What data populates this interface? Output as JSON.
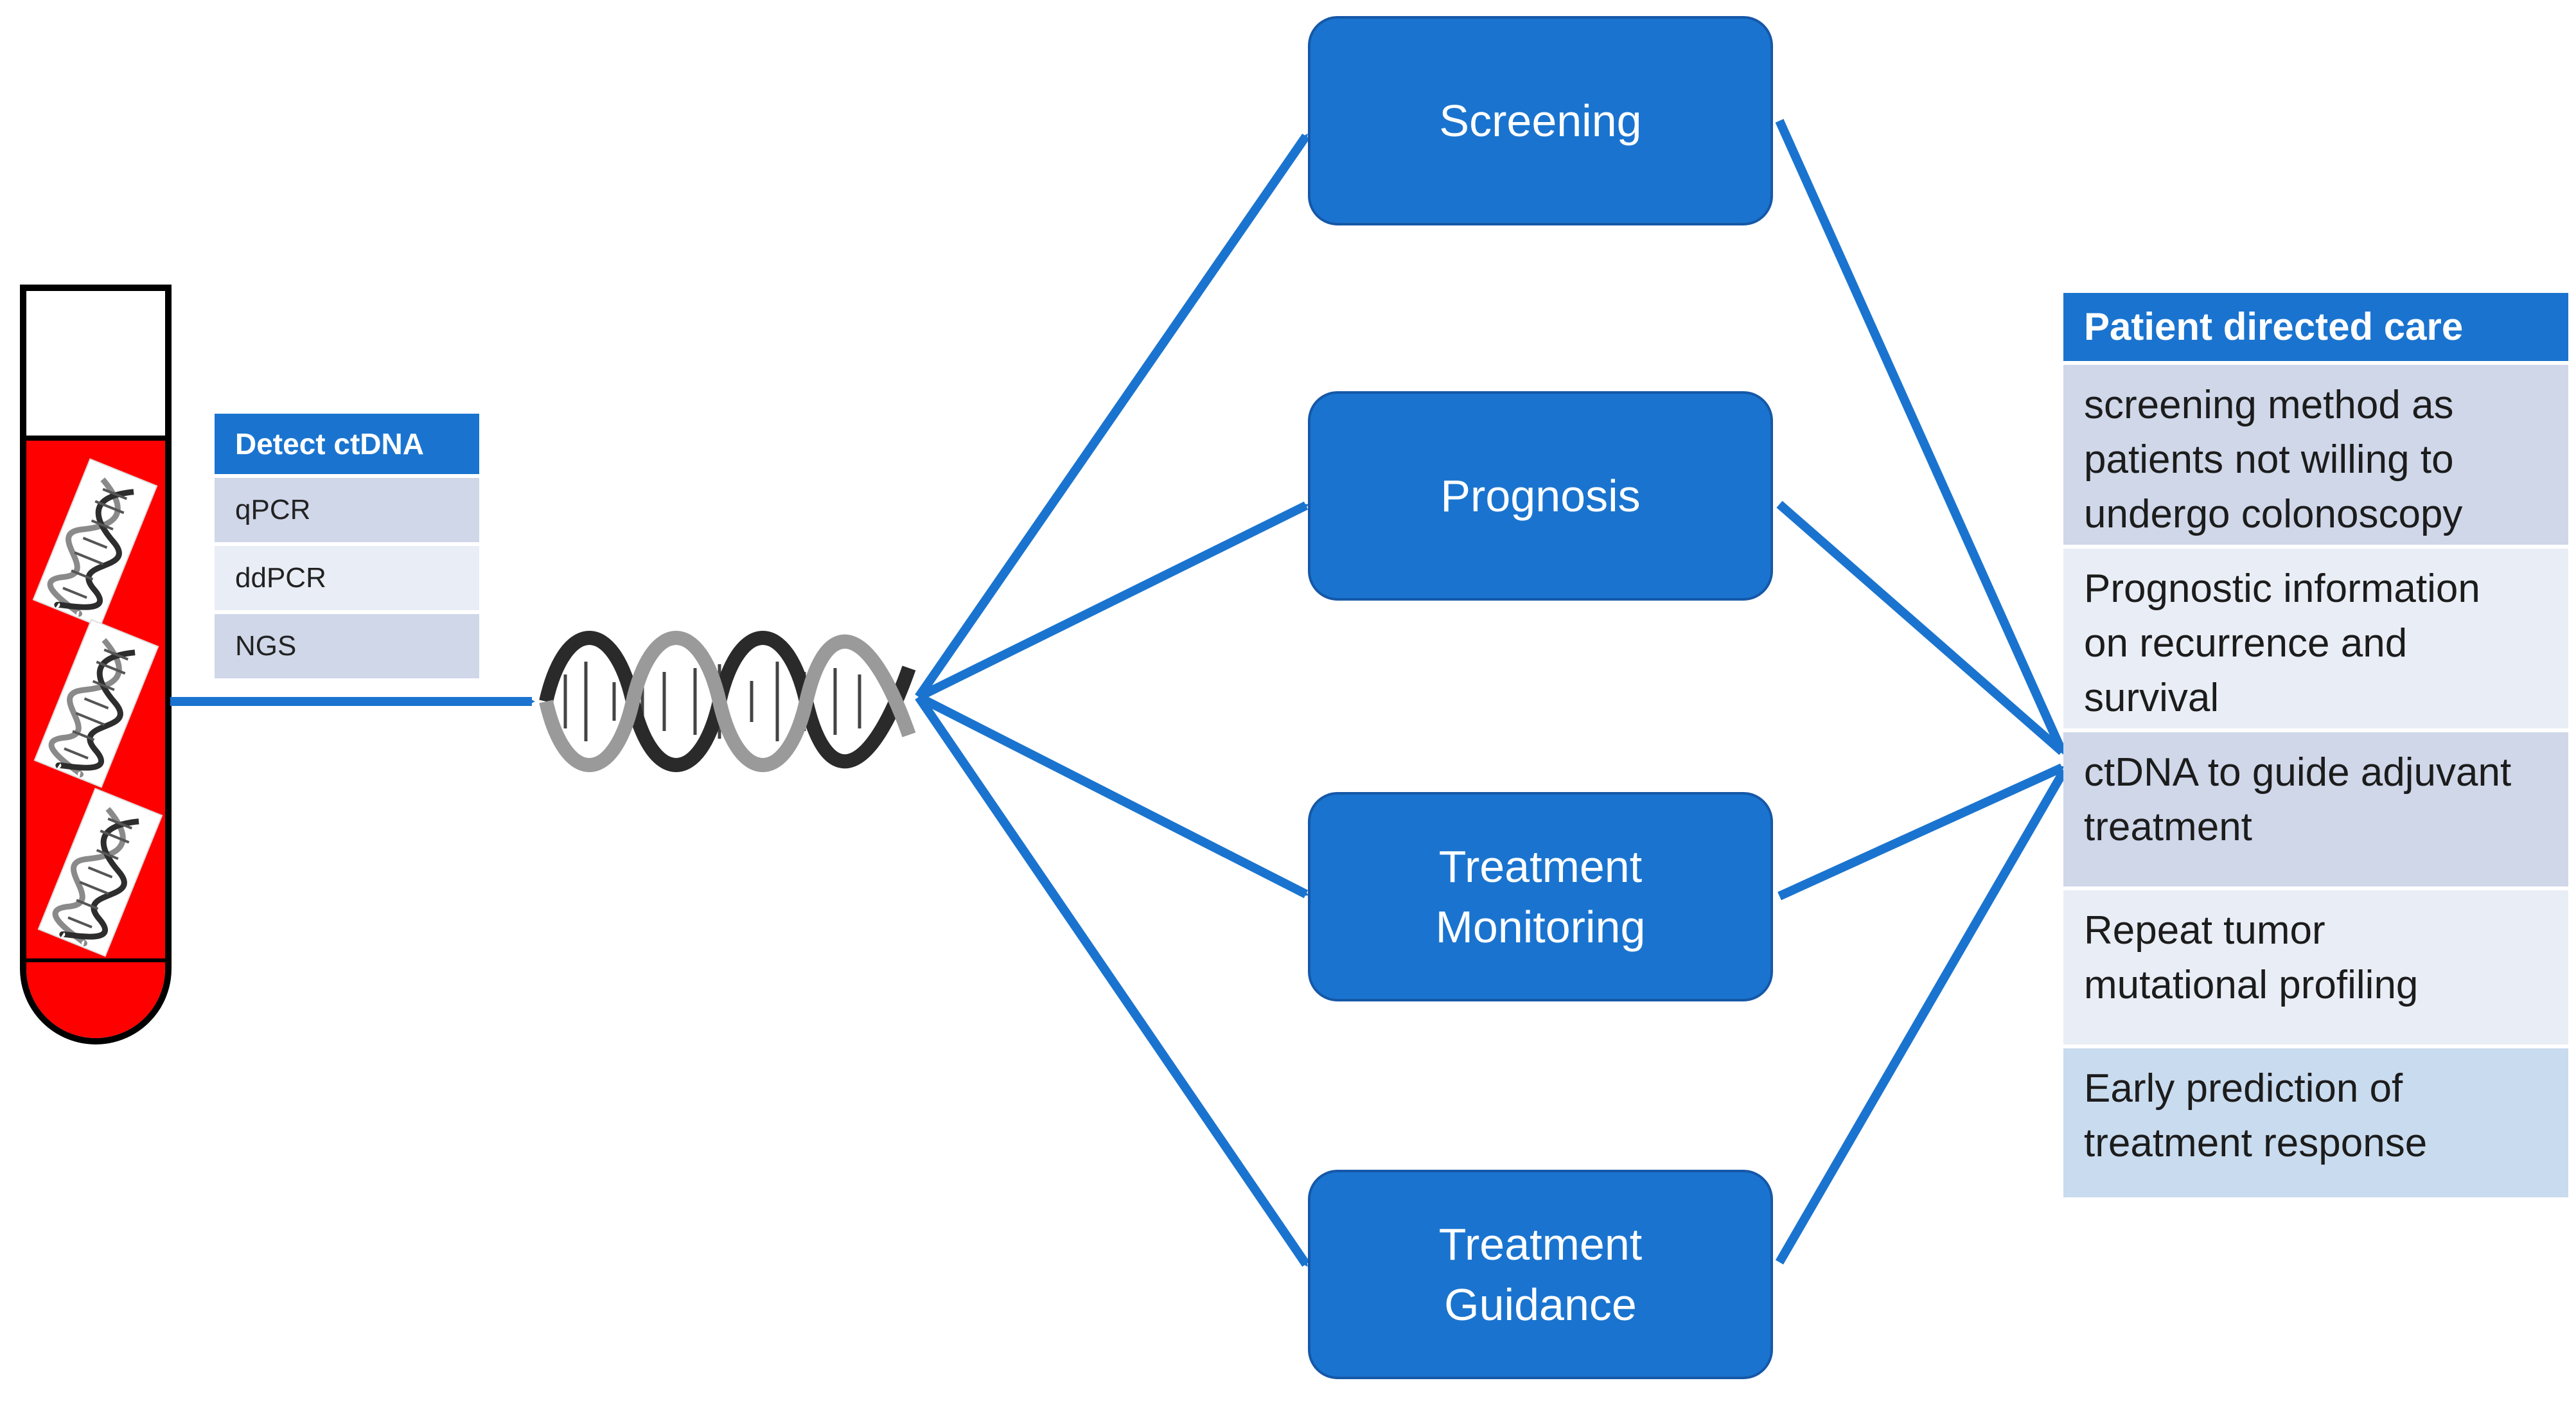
{
  "colors": {
    "accent": "#1a74cf",
    "tube_red": "#ff0000",
    "row_dark": "#cfd7e9",
    "row_light": "#e9edf5",
    "row_blue": "#c9dbee"
  },
  "icons": {
    "tube": "blood-collection-tube-icon",
    "dna": "dna-helix-icon"
  },
  "detect": {
    "header": "Detect ctDNA",
    "rows": [
      "qPCR",
      "ddPCR",
      "NGS"
    ]
  },
  "stages": [
    {
      "label": "Screening"
    },
    {
      "label": "Prognosis"
    },
    {
      "label": "Treatment\nMonitoring"
    },
    {
      "label": "Treatment\nGuidance"
    }
  ],
  "care": {
    "header": "Patient directed care",
    "rows": [
      "screening method as\npatients not willing to\nundergo colonoscopy",
      "Prognostic information\non recurrence and\nsurvival",
      "ctDNA to guide adjuvant\ntreatment",
      "Repeat tumor\nmutational profiling",
      "Early prediction of\ntreatment response"
    ]
  }
}
